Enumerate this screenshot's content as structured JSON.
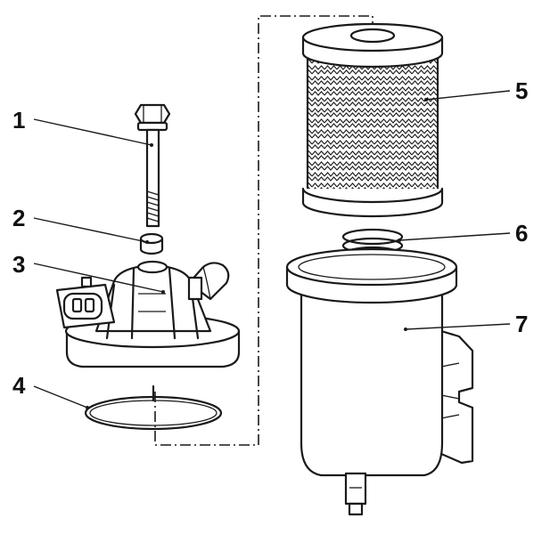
{
  "callouts": [
    {
      "id": "bolt",
      "label": "1"
    },
    {
      "id": "washer",
      "label": "2"
    },
    {
      "id": "filter-head",
      "label": "3"
    },
    {
      "id": "o-ring",
      "label": "4"
    },
    {
      "id": "filter-element",
      "label": "5"
    },
    {
      "id": "spring",
      "label": "6"
    },
    {
      "id": "filter-housing",
      "label": "7"
    }
  ],
  "colors": {
    "ink": "#1a1a1a",
    "background": "#ffffff"
  }
}
